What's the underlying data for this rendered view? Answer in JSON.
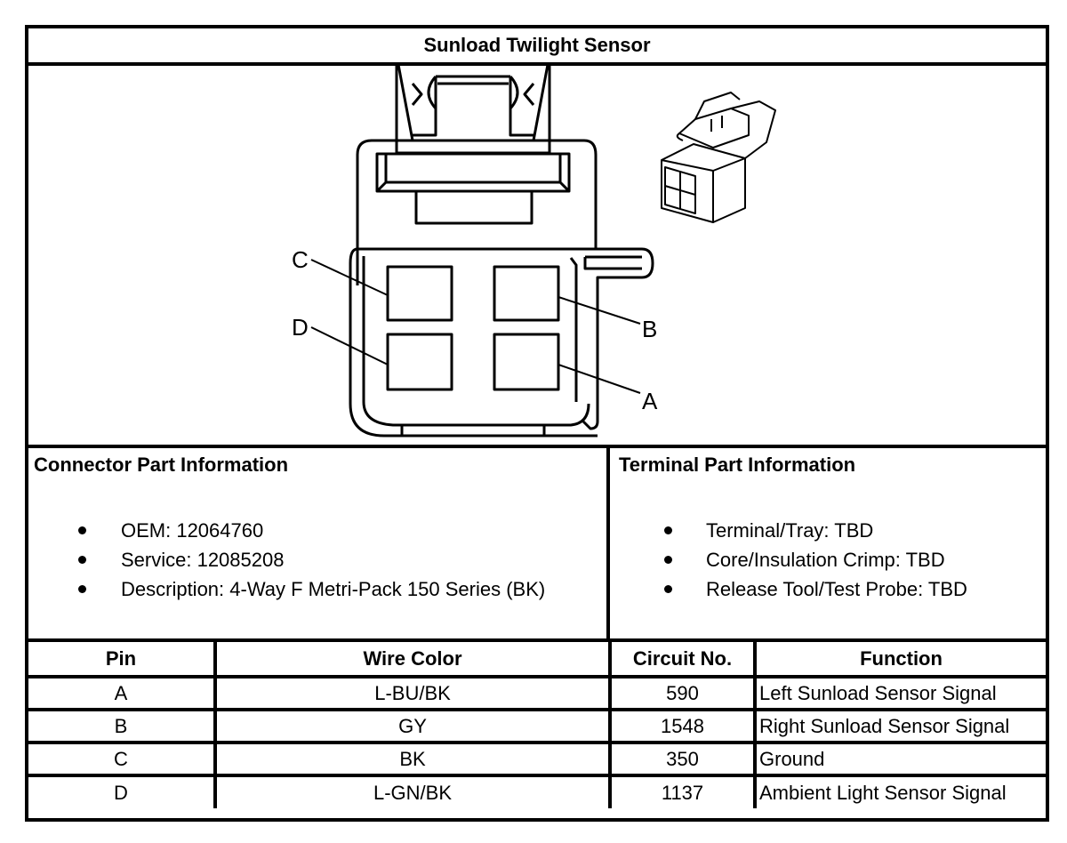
{
  "title": "Sunload Twilight Sensor",
  "diagram": {
    "connector_face_icon": "connector-face-view",
    "connector_iso_icon": "connector-isometric-view",
    "pin_labels": [
      "C",
      "D",
      "B",
      "A"
    ]
  },
  "connector_info": {
    "heading": "Connector Part Information",
    "items": [
      "OEM: 12064760",
      "Service: 12085208",
      "Description: 4-Way F Metri-Pack 150 Series (BK)"
    ]
  },
  "terminal_info": {
    "heading": "Terminal Part Information",
    "items": [
      "Terminal/Tray: TBD",
      "Core/Insulation Crimp: TBD",
      "Release Tool/Test Probe: TBD"
    ]
  },
  "pin_table": {
    "headers": [
      "Pin",
      "Wire Color",
      "Circuit No.",
      "Function"
    ],
    "rows": [
      [
        "A",
        "L-BU/BK",
        "590",
        "Left Sunload Sensor Signal"
      ],
      [
        "B",
        "GY",
        "1548",
        "Right Sunload Sensor Signal"
      ],
      [
        "C",
        "BK",
        "350",
        "Ground"
      ],
      [
        "D",
        "L-GN/BK",
        "1137",
        "Ambient Light Sensor Signal"
      ]
    ]
  }
}
